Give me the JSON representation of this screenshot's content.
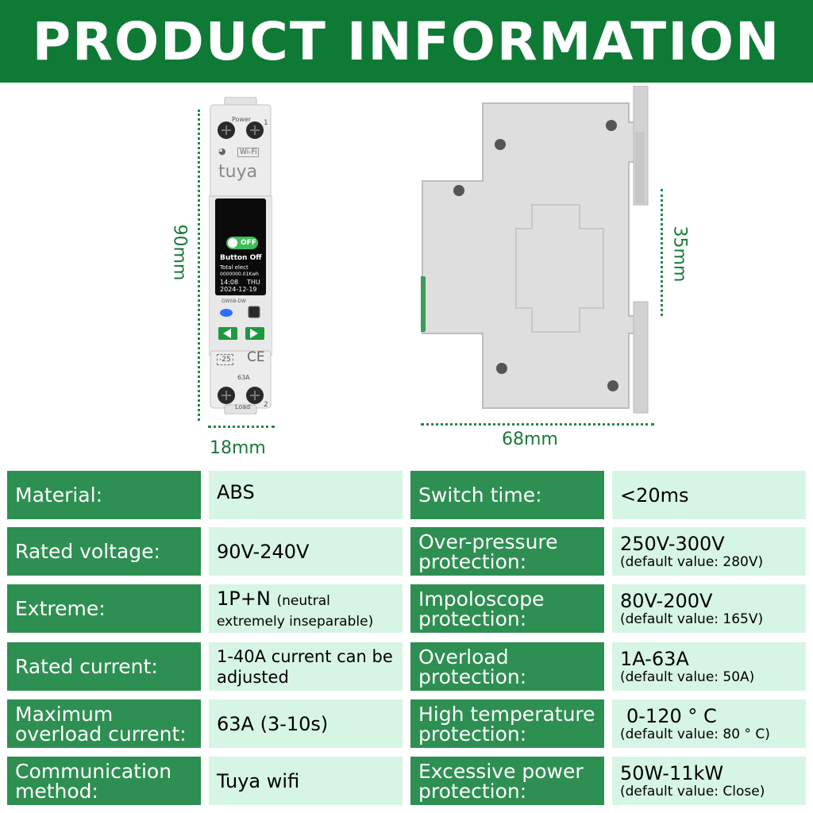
{
  "header": {
    "title": "PRODUCT INFORMATION"
  },
  "dimensions": {
    "height": "90mm",
    "width": "18mm",
    "depth": "35mm",
    "length": "68mm"
  },
  "device": {
    "power_label": "Power",
    "load_label": "Load",
    "terminal_1": "1",
    "terminal_2": "2",
    "wifi_badge": "Wi-Fi",
    "brand": "tuya",
    "screen": {
      "toggle": "OFF",
      "status": "Button Off",
      "total_label": "Total elect",
      "energy": "0000000.01Kwh",
      "time": "14:08",
      "day": "THU",
      "date": "2024-12-19"
    },
    "model": "GWS8-DW",
    "temp_mark": "-25",
    "ce_mark": "CE",
    "rating": "63A"
  },
  "specs": {
    "left": [
      {
        "label": "Material:",
        "value": "ABS",
        "note": ""
      },
      {
        "label": "Rated voltage:",
        "value": "90V-240V",
        "note": ""
      },
      {
        "label": "Extreme:",
        "value": "1P+N",
        "note": "(neutral extremely inseparable)"
      },
      {
        "label": "Rated current:",
        "value": "1-40A current can be adjusted",
        "note": ""
      },
      {
        "label": "Maximum overload current:",
        "value": "63A (3-10s)",
        "note": ""
      },
      {
        "label": "Communication method:",
        "value": "Tuya wifi",
        "note": ""
      }
    ],
    "right": [
      {
        "label": "Switch time:",
        "value": "<20ms",
        "note": ""
      },
      {
        "label": "Over-pressure protection:",
        "value": "250V-300V",
        "note": "(default value: 280V)"
      },
      {
        "label": "Impoloscope protection:",
        "value": "80V-200V",
        "note": "(default value: 165V)"
      },
      {
        "label": "Overload protection:",
        "value": "1A-63A",
        "note": "(default value: 50A)"
      },
      {
        "label": "High temperature protection:",
        "value": "0-120 ° C",
        "note": "(default value: 80 ° C)"
      },
      {
        "label": "Excessive power protection:",
        "value": "50W-11kW",
        "note": "(default value: Close)"
      }
    ]
  },
  "colors": {
    "header": "#0f7a36",
    "label_bg": "#2e8f52",
    "value_bg": "#d7f5e4",
    "dim_text": "#1a7a3a"
  }
}
